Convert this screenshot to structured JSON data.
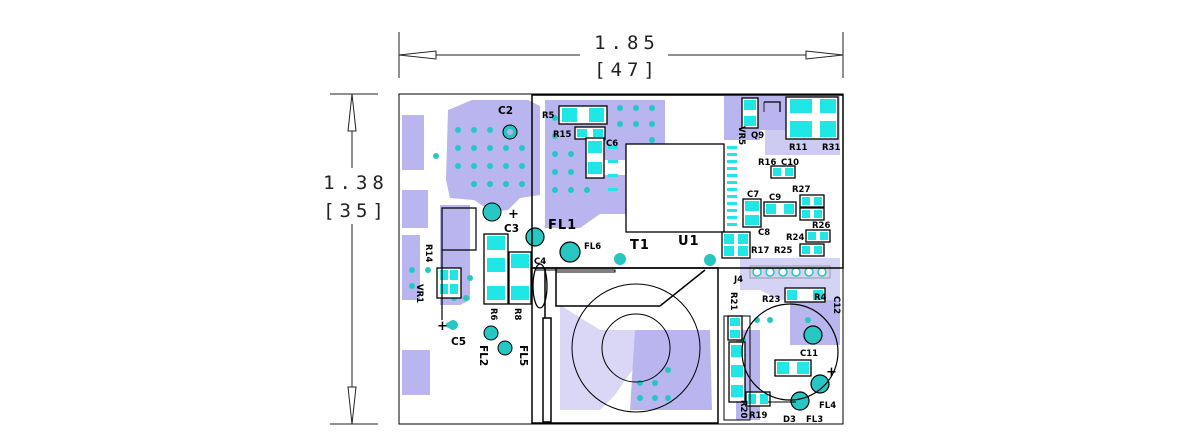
{
  "dimensions": {
    "width_in": "1.85",
    "width_mm": "[47]",
    "height_in": "1.38",
    "height_mm": "[35]"
  },
  "colors": {
    "copper": "#b9b5ee",
    "pad": "#20e6e6",
    "via_fill": "#26c7c2",
    "outline": "#000000",
    "dimension": "#222222"
  },
  "labels": {
    "C2": "C2",
    "R5": "R5",
    "R15": "R15",
    "C6": "C6",
    "VR5": "VR5",
    "Q9": "Q9",
    "R11": "R11",
    "R31": "R31",
    "R16": "R16",
    "C10": "C10",
    "C7": "C7",
    "C9": "C9",
    "R27": "R27",
    "C8": "C8",
    "R26": "R26",
    "R24": "R24",
    "R17": "R17",
    "R25": "R25",
    "C3": "C3",
    "FL1": "FL1",
    "FL6": "FL6",
    "T1": "T1",
    "U1": "U1",
    "C4": "C4",
    "R14": "R14",
    "VR1": "VR1",
    "R6": "R6",
    "R8": "R8",
    "C5": "C5",
    "FL2": "FL2",
    "FL5": "FL5",
    "J4": "J4",
    "R21": "R21",
    "R23": "R23",
    "R4": "R4",
    "C12": "C12",
    "C11": "C11",
    "R20": "R20",
    "R19": "R19",
    "D3": "D3",
    "FL3": "FL3",
    "FL4": "FL4",
    "plus": "+"
  }
}
